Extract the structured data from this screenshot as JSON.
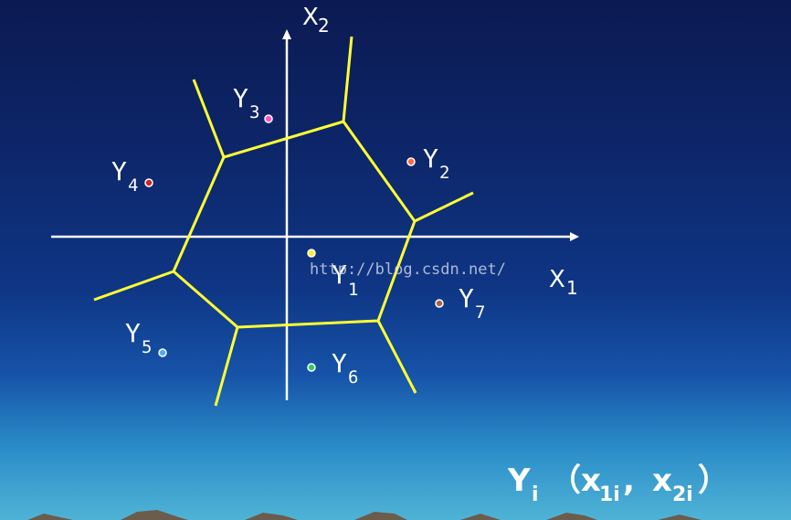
{
  "axes": {
    "x_label": "X",
    "x_sub": "1",
    "y_label": "X",
    "y_sub": "2"
  },
  "points": [
    {
      "label": "Y",
      "sub": "1",
      "color": "#ffee33"
    },
    {
      "label": "Y",
      "sub": "2",
      "color": "#ff6a3d"
    },
    {
      "label": "Y",
      "sub": "3",
      "color": "#ff55cc"
    },
    {
      "label": "Y",
      "sub": "4",
      "color": "#cc2222"
    },
    {
      "label": "Y",
      "sub": "5",
      "color": "#55aaff"
    },
    {
      "label": "Y",
      "sub": "6",
      "color": "#33cc55"
    },
    {
      "label": "Y",
      "sub": "7",
      "color": "#aa6644"
    }
  ],
  "line_color": "#ffff33",
  "watermark": "http://blog.csdn.net/",
  "formula": {
    "main": "Y",
    "main_sub": "i",
    "open": "（",
    "x1": "x",
    "x1_sub": "1i",
    "comma": " ,",
    "x2": "x",
    "x2_sub": "2i",
    "close": "）"
  }
}
